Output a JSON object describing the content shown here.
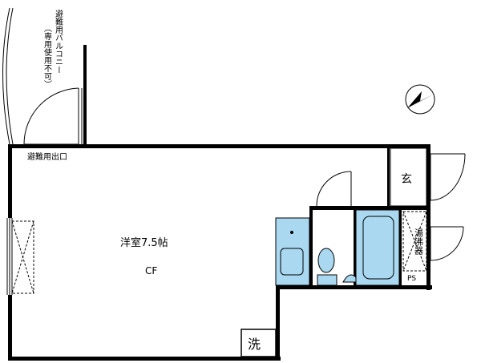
{
  "labels": {
    "balcony": "避難用バルコニー（専用使用不可）",
    "balcony_part1": "避難用バルコニー",
    "balcony_part2": "（専用使用不可）",
    "exit": "避難用出口",
    "room": "洋室7.5帖",
    "cf": "CF",
    "entrance": "玄",
    "washer": "洗",
    "ps": "PS",
    "storage": "湯沸器"
  },
  "colors": {
    "fixture_fill": "#a9d8f0",
    "wall": "#000000"
  },
  "icons": {
    "compass": "north-arrow-icon"
  }
}
